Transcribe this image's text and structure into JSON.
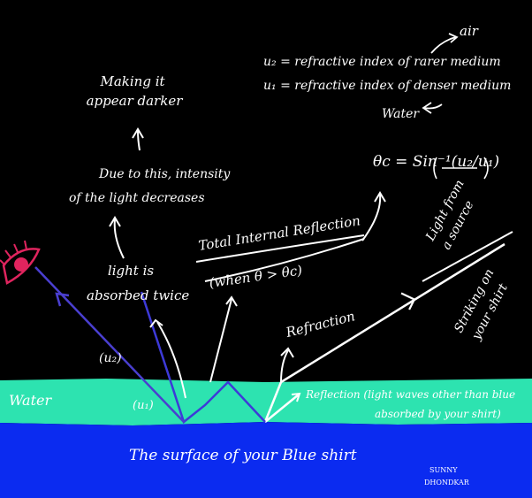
{
  "colors": {
    "background": "#000000",
    "water": "#2de3b0",
    "shirt": "#0b2bf0",
    "ink": "#ffffff",
    "beam": "#4a3fd0",
    "eye": "#e0245e"
  },
  "labels": {
    "air": "air",
    "mu2_def": "u₂ = refractive index of rarer medium",
    "mu1_def": "u₁ = refractive index of denser medium",
    "water_note": "Water",
    "making_dark_1": "Making it",
    "making_dark_2": "appear darker",
    "intensity_1": "Due to this, intensity",
    "intensity_2": "of the light decreases",
    "critical_angle": "θc = Sin⁻¹(u₂/u₁)",
    "absorbed_1": "light is",
    "absorbed_2": "absorbed twice",
    "tir_title": "Total Internal Reflection",
    "tir_cond": "(when θ > θc)",
    "source_1": "Light from",
    "source_2": "a source",
    "striking_1": "Striking on",
    "striking_2": "your shirt",
    "refraction": "Refraction",
    "mu2_tag": "(u₂)",
    "mu1_tag": "(u₁)",
    "water_label": "Water",
    "reflection_1": "Reflection (light waves other than blue",
    "reflection_2": "absorbed by your shirt)",
    "surface_title": "The surface of your Blue shirt",
    "signature_1": "SUNNY",
    "signature_2": "DHONDKAR"
  }
}
